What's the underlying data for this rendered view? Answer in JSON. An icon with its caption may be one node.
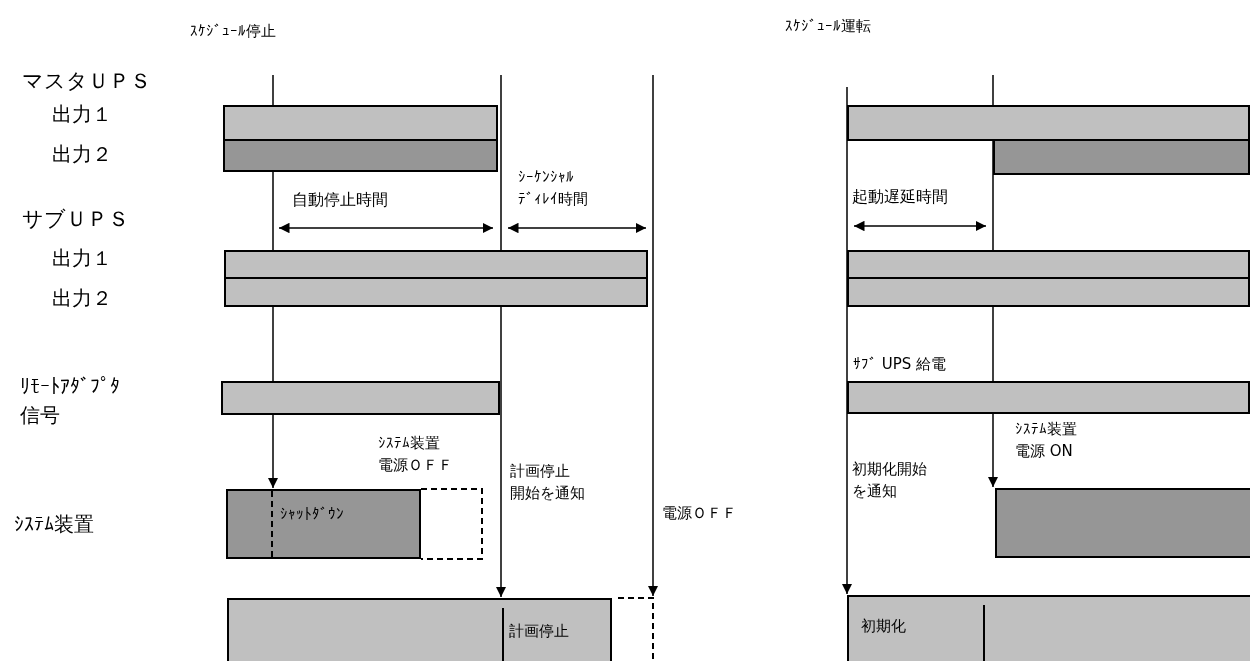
{
  "diagram": {
    "nodes": [
      {
        "text": [
          "ｼｬｯﾄﾀﾞｳﾝ"
        ]
      },
      {
        "text": [
          "計画停止"
        ]
      },
      {
        "text": [],
        "shape": "bar"
      },
      {
        "text": [
          "初期化"
        ]
      },
      {
        "text": [],
        "shape": "bar"
      },
      {
        "text": [],
        "shape": "bar"
      },
      {
        "text": [],
        "shape": "bar"
      },
      {
        "text": [],
        "shape": "bar"
      },
      {
        "text": [],
        "shape": "bar"
      },
      {
        "text": [],
        "shape": "bar"
      },
      {
        "text": [],
        "shape": "bar"
      },
      {
        "text": [],
        "shape": "bar"
      },
      {
        "text": [],
        "shape": "bar"
      },
      {
        "text": [],
        "shape": "bar"
      }
    ],
    "edges": [
      {
        "from": null,
        "to": 0,
        "arrow": "to"
      },
      {
        "from": null,
        "to": 1,
        "arrow": "to"
      },
      {
        "from": null,
        "to": 2,
        "arrow": "to"
      },
      {
        "from": null,
        "to": 3,
        "arrow": "to"
      }
    ],
    "labels": [
      "ｽｹｼﾞｭｰﾙ停止",
      "ｽｹｼﾞｭｰﾙ運転",
      "マスタＵＰＳ",
      "出力１",
      "出力２",
      "自動停止時間",
      "ｼｰｹﾝｼｬﾙﾃﾞｨﾚｲ時間",
      "起動遅延時間",
      "サブＵＰＳ",
      "出力１",
      "出力２",
      "ｻﾌﾞ UPS 給電",
      "ﾘﾓｰﾄｱﾀﾞﾌﾟﾀ信号",
      "ｼｽﾃﾑ装置電源ＯＦＦ",
      "ｼｽﾃﾑ装置電源 ON",
      "ｼｽﾃﾑ装置",
      "計画停止開始を通知",
      "電源ＯＦＦ",
      "初期化開始を通知"
    ]
  }
}
